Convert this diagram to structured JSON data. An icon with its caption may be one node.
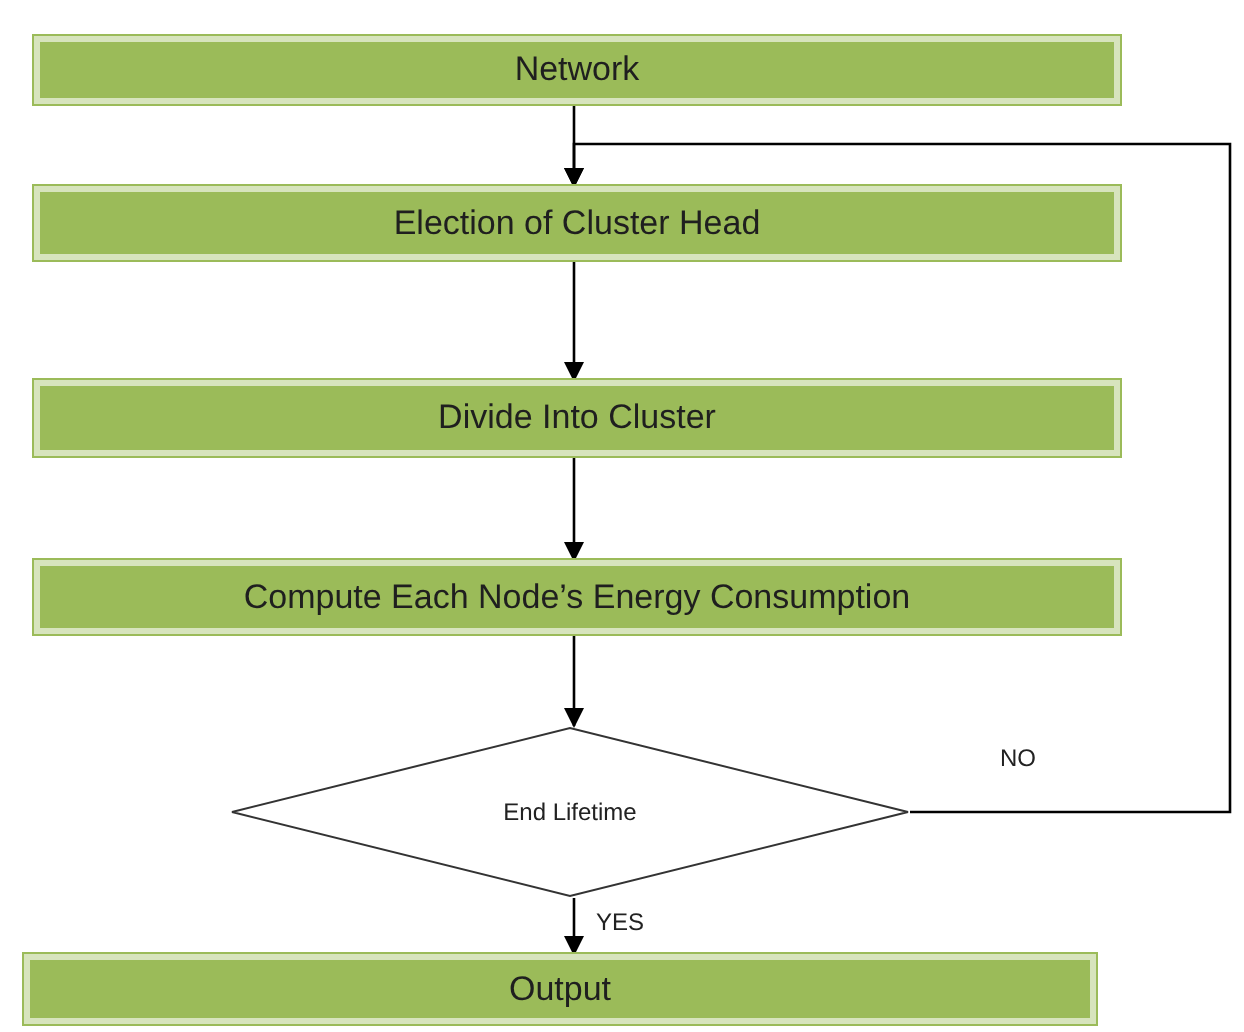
{
  "diagram": {
    "nodes": [
      {
        "text": [
          "Network"
        ]
      },
      {
        "text": [
          "Election of Cluster Head"
        ]
      },
      {
        "text": [
          "Divide Into Cluster"
        ]
      },
      {
        "text": [
          "Compute Each Node’s Energy Consumption"
        ]
      },
      {
        "text": [
          "End Lifetime"
        ]
      },
      {
        "text": [
          "Output"
        ]
      }
    ],
    "edges": [
      {
        "from": 0,
        "to": 1,
        "arrow": "to"
      },
      {
        "from": 1,
        "to": 2,
        "arrow": "to"
      },
      {
        "from": 2,
        "to": 3,
        "arrow": "to"
      },
      {
        "from": 3,
        "to": 4,
        "arrow": "to"
      },
      {
        "from": 4,
        "to": 5,
        "arrow": "to",
        "label": "YES"
      },
      {
        "from": 4,
        "to": 1,
        "arrow": "to",
        "label": "NO"
      }
    ]
  }
}
